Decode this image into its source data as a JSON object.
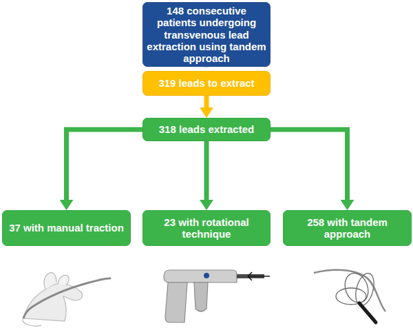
{
  "diagram": {
    "nodes": [
      {
        "text": [
          "148 consecutive patients undergoing transvenous lead extraction using tandem approach"
        ]
      },
      {
        "text": [
          "319 leads to extract"
        ]
      },
      {
        "text": [
          "318 leads extracted"
        ]
      },
      {
        "text": [
          "37 with manual traction"
        ]
      },
      {
        "text": [
          "23 with rotational technique"
        ]
      },
      {
        "text": [
          "258 with tandem approach"
        ]
      }
    ],
    "edges": [
      {
        "from": 0,
        "to": 1,
        "arrow": "to"
      },
      {
        "from": 1,
        "to": 2,
        "arrow": "to"
      },
      {
        "from": 2,
        "to": 3,
        "arrow": "to"
      },
      {
        "from": 2,
        "to": 4,
        "arrow": "to"
      },
      {
        "from": 2,
        "to": 5,
        "arrow": "to"
      }
    ]
  }
}
